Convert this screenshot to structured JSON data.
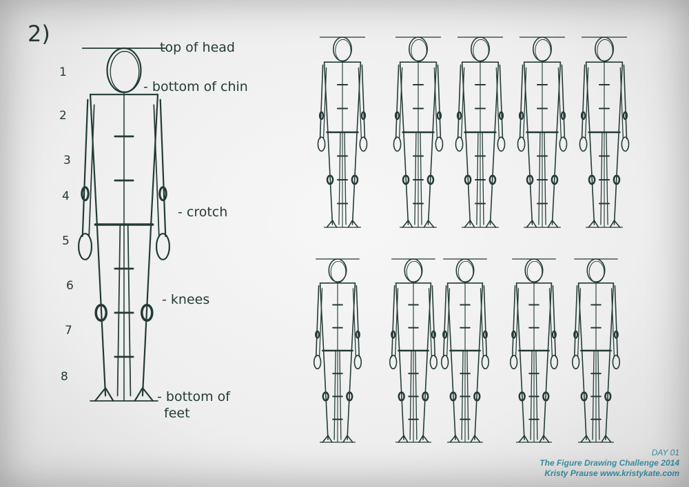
{
  "page_number": "2)",
  "head_count_labels": [
    "1",
    "2",
    "3",
    "4",
    "5",
    "6",
    "7",
    "8"
  ],
  "annotations": {
    "top_of_head": "top of head",
    "bottom_of_chin": "- bottom of chin",
    "crotch": "- crotch",
    "knees": "- knees",
    "bottom_of_feet_line1": "- bottom of",
    "bottom_of_feet_line2": "feet"
  },
  "caption": {
    "day": "DAY 01",
    "title": "The Figure Drawing Challenge 2014",
    "credit": "Kristy Prause www.kristykate.com"
  },
  "colors": {
    "ink": "#233a36",
    "caption_accent": "#3a8fa3"
  }
}
